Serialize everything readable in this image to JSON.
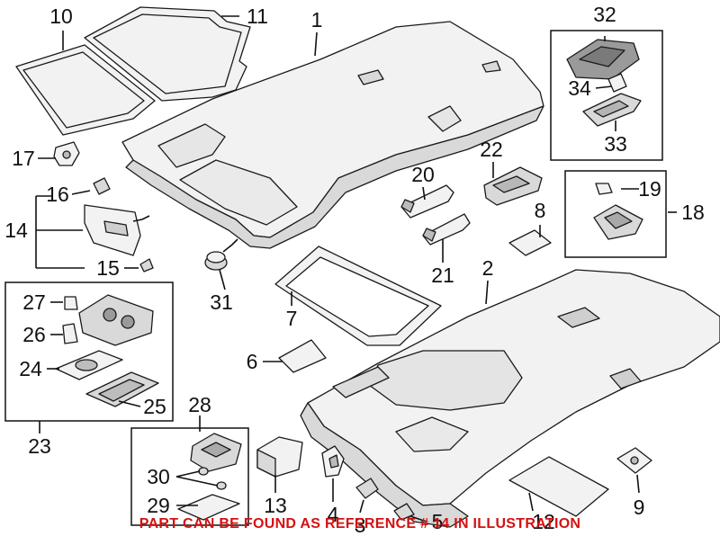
{
  "callouts": {
    "c1": "1",
    "c2": "2",
    "c3": "3",
    "c4": "4",
    "c5": "5",
    "c6": "6",
    "c7": "7",
    "c8": "8",
    "c9": "9",
    "c10": "10",
    "c11": "11",
    "c12": "12",
    "c13": "13",
    "c14": "14",
    "c15": "15",
    "c16": "16",
    "c17": "17",
    "c18": "18",
    "c19": "19",
    "c20": "20",
    "c21": "21",
    "c22": "22",
    "c23": "23",
    "c24": "24",
    "c25": "25",
    "c26": "26",
    "c27": "27",
    "c28": "28",
    "c29": "29",
    "c30": "30",
    "c31": "31",
    "c32": "32",
    "c33": "33",
    "c34": "34"
  },
  "footer": {
    "note": "PART CAN BE FOUND AS REFERENCE # 14 IN ILLUSTRATION",
    "color": "#d41111"
  }
}
